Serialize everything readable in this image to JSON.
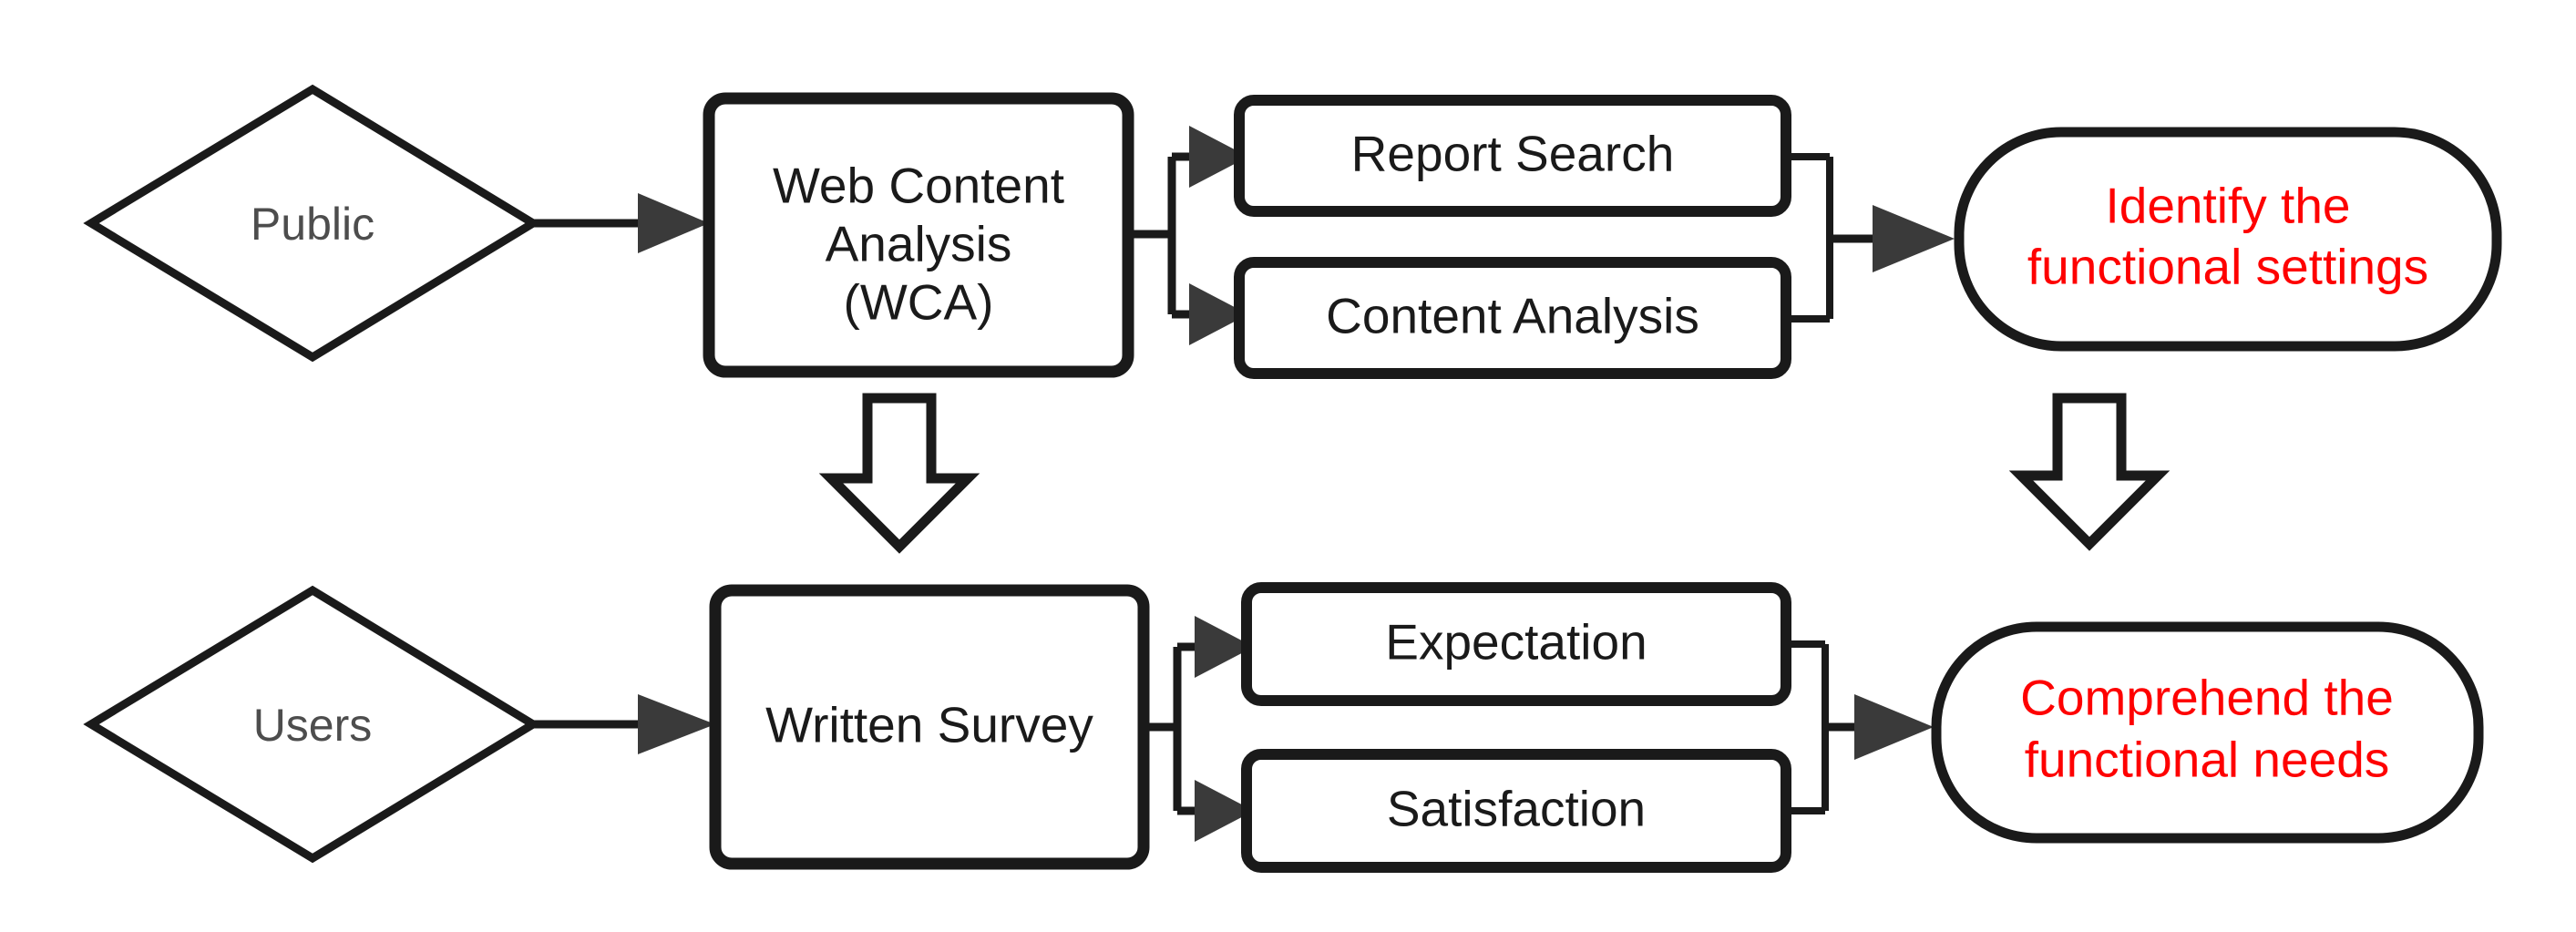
{
  "diagram": {
    "title": "Research framework flowchart",
    "colors": {
      "stroke": "#1a1a1a",
      "fill": "#ffffff",
      "outcome_text": "#fe0000",
      "diamond_text": "#4d4d4d",
      "box_text": "#1a1a1a",
      "arrowhead": "#3a3a3a"
    },
    "rows": [
      {
        "id": "public-row",
        "source": {
          "label": "Public",
          "shape": "diamond"
        },
        "method": {
          "lines": [
            "Web Content",
            "Analysis",
            "(WCA)"
          ],
          "shape": "rounded-rectangle"
        },
        "branches": [
          {
            "label": "Report Search",
            "shape": "rounded-rectangle"
          },
          {
            "label": "Content Analysis",
            "shape": "rounded-rectangle"
          }
        ],
        "outcome": {
          "lines": [
            "Identify the",
            "functional settings"
          ],
          "shape": "stadium"
        }
      },
      {
        "id": "users-row",
        "source": {
          "label": "Users",
          "shape": "diamond"
        },
        "method": {
          "lines": [
            "Written Survey"
          ],
          "shape": "rounded-rectangle"
        },
        "branches": [
          {
            "label": "Expectation",
            "shape": "rounded-rectangle"
          },
          {
            "label": "Satisfaction",
            "shape": "rounded-rectangle"
          }
        ],
        "outcome": {
          "lines": [
            "Comprehend the",
            "functional needs"
          ],
          "shape": "stadium"
        }
      }
    ],
    "vertical_links": [
      {
        "id": "method-down",
        "from": "Web Content Analysis (WCA)",
        "to": "Written Survey",
        "style": "hollow-block-arrow",
        "direction": "down"
      },
      {
        "id": "outcome-down",
        "from": "Identify the functional settings",
        "to": "Comprehend the functional needs",
        "style": "hollow-block-arrow",
        "direction": "down"
      }
    ]
  }
}
